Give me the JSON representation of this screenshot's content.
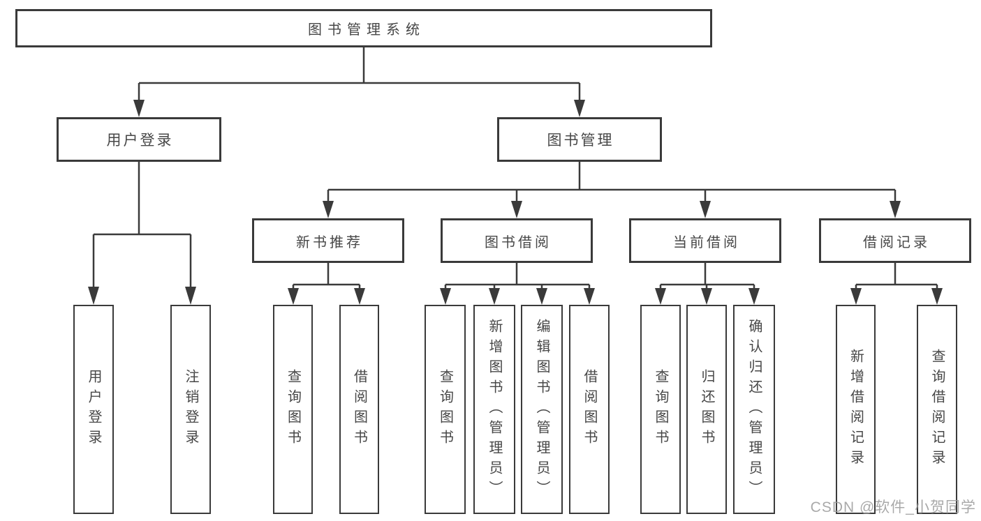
{
  "tree": {
    "label": "图书管理系统",
    "children": [
      {
        "label": "用户登录",
        "children": [
          {
            "label": "用户登录"
          },
          {
            "label": "注销登录"
          }
        ]
      },
      {
        "label": "图书管理",
        "children": [
          {
            "label": "新书推荐",
            "children": [
              {
                "label": "查询图书"
              },
              {
                "label": "借阅图书"
              }
            ]
          },
          {
            "label": "图书借阅",
            "children": [
              {
                "label": "查询图书"
              },
              {
                "label": "新增图书（管理员）"
              },
              {
                "label": "编辑图书（管理员）"
              },
              {
                "label": "借阅图书"
              }
            ]
          },
          {
            "label": "当前借阅",
            "children": [
              {
                "label": "查询图书"
              },
              {
                "label": "归还图书"
              },
              {
                "label": "确认归还（管理员）"
              }
            ]
          },
          {
            "label": "借阅记录",
            "children": [
              {
                "label": "新增借阅记录"
              },
              {
                "label": "查询借阅记录"
              }
            ]
          }
        ]
      }
    ]
  },
  "watermark": {
    "text": "CSDN @软件_小贺同学"
  },
  "colors": {
    "line": "#3a3a3a",
    "text": "#474747",
    "watermark": "#9b9b9b",
    "background": "#ffffff"
  }
}
